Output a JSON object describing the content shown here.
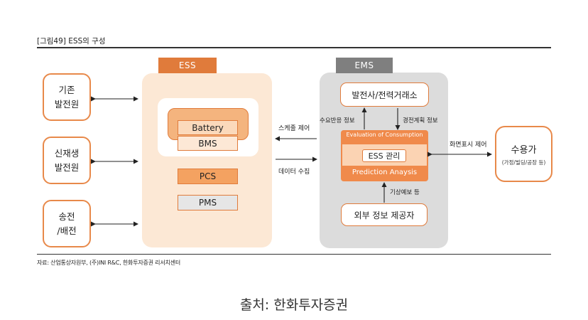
{
  "figure": {
    "label": "[그림49]  ESS의 구성",
    "source_note": "자료: 산업통상자원부, (주)INI R&C, 한화투자증권 리서치센터",
    "caption": "출처: 한화투자증권"
  },
  "left_nodes": [
    {
      "label": "기존\n발전원"
    },
    {
      "label": "신재생\n발전원"
    },
    {
      "label": "송전\n/배전"
    }
  ],
  "ess": {
    "title": "ESS",
    "battery": "Battery",
    "bms": "BMS",
    "pcs": "PCS",
    "pms": "PMS"
  },
  "flows": {
    "control": "스케줄 제어",
    "data_collect": "데이터 수집",
    "display_control": "화면표시 제어",
    "demand_info": "수요반응 정보",
    "economic_info": "경전계획 정보",
    "weather": "기상예보 등"
  },
  "ems": {
    "title": "EMS",
    "generator": "발전사/전력거래소",
    "evaluation": "Evaluation of Consumption",
    "ess_mgmt": "ESS 관리",
    "prediction": "Prediction Anaysis",
    "external": "외부 정보 제공자"
  },
  "consumer": {
    "title": "수용가",
    "subtitle": "(가정/빌딩/공장 등)"
  },
  "colors": {
    "ess_accent": "#e07b3b",
    "ems_accent": "#7f7f7f",
    "ess_panel": "#fce8d5",
    "ems_panel": "#dcdcdc"
  }
}
